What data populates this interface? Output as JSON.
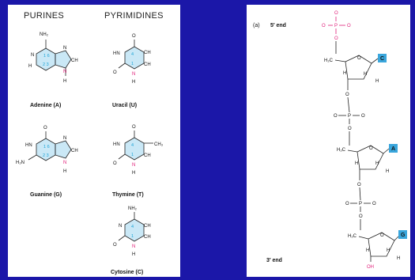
{
  "left": {
    "headers": [
      "PURINES",
      "PYRIMIDINES"
    ],
    "molecules": [
      {
        "name": "Adenine (A)"
      },
      {
        "name": "Uracil (U)"
      },
      {
        "name": "Guanine (G)"
      },
      {
        "name": "Thymine (T)"
      },
      {
        "name": "Cytosine (C)"
      }
    ],
    "atoms": {
      "nh2": "NH₂",
      "n": "N",
      "hn": "HN",
      "h": "H",
      "o": "O",
      "ch": "CH",
      "ch3": "CH₃",
      "h2n": "H₂N"
    }
  },
  "right": {
    "panel_label": "(a)",
    "five_end": "5′ end",
    "three_end": "3′ end",
    "bases": [
      "C",
      "A",
      "G"
    ],
    "atoms": {
      "o": "O",
      "p": "P",
      "h2c": "H₂C",
      "h": "H",
      "oh": "OH"
    },
    "colors": {
      "phosphate": "#e0207a",
      "base_box": "#3aa6dc"
    }
  }
}
